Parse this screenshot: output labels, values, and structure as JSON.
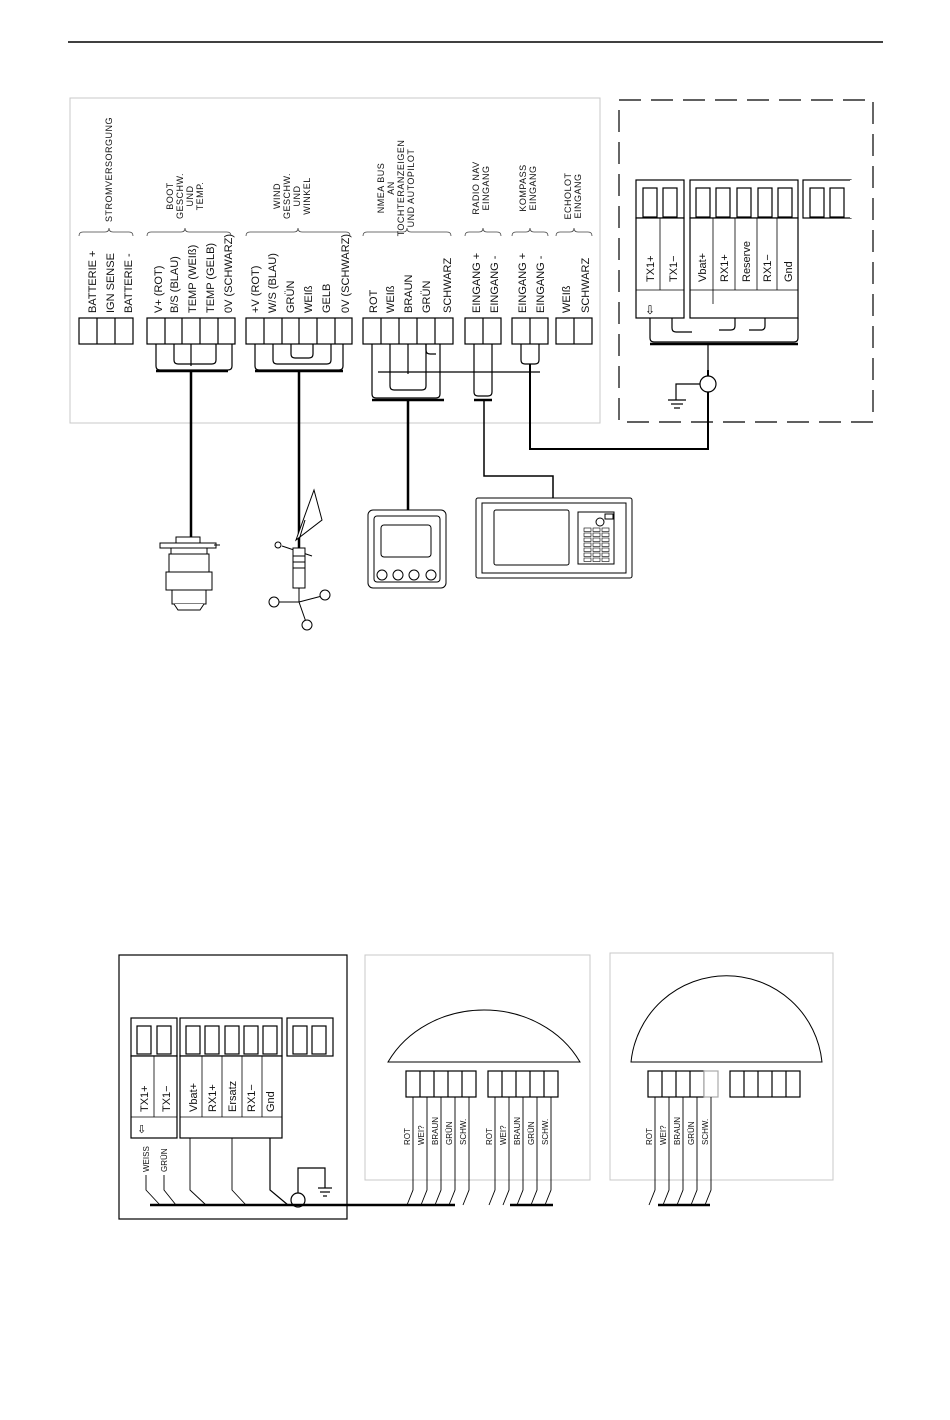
{
  "top": {
    "terminals": [
      "BATTERIE  +",
      "IGN SENSE",
      "BATTERIE  -",
      "V+ (ROT)",
      "B/S (BLAU)",
      "TEMP (WEIß)",
      "TEMP (GELB)",
      "0V (SCHWARZ)",
      "+V (ROT)",
      "W/S (BLAU)",
      "GRÜN",
      "WEIß",
      "GELB",
      "0V (SCHWARZ)",
      "ROT",
      "WEIß",
      "BRAUN",
      "GRÜN",
      "SCHWARZ",
      "EINGANG +",
      "EINGANG -",
      "EINGANG +",
      "EINGANG -",
      "WEIß",
      "SCHWARZ"
    ],
    "group_power": "STROMVERSORGUNG",
    "group_boat": [
      "BOOT",
      "GESCHW.",
      "UND",
      "TEMP."
    ],
    "group_wind": [
      "WIND",
      "GESCHW.",
      "UND",
      "WINKEL"
    ],
    "group_nmea": [
      "NMEA BUS",
      "AN",
      "TOCHTERANZEIGEN",
      "UND AUTOPILOT"
    ],
    "group_radionav": [
      "RADIO NAV",
      "EINGANG"
    ],
    "group_compass": [
      "KOMPASS",
      "EINGANG"
    ],
    "group_echolot": [
      "ECHOLOT",
      "EINGANG"
    ],
    "remote_terminals": [
      "TX1+",
      "TX1−",
      "Vbat+",
      "RX1+",
      "Reserve",
      "RX1−",
      "Gnd"
    ]
  },
  "bottom": {
    "remote_terminals": [
      "TX1+",
      "TX1−",
      "Vbat+",
      "RX1+",
      "Ersatz",
      "RX1−",
      "Gnd"
    ],
    "left_wires": [
      "WEISS",
      "GRÜN"
    ],
    "inst1_a": [
      "ROT",
      "WEI?",
      "BRAUN",
      "GRÜN",
      "SCHW."
    ],
    "inst1_b": [
      "ROT",
      "WEI?",
      "BRAUN",
      "GRÜN",
      "SCHW."
    ],
    "inst2": [
      "ROT",
      "WEI?",
      "BRAUN",
      "GRÜN",
      "SCHW."
    ]
  }
}
